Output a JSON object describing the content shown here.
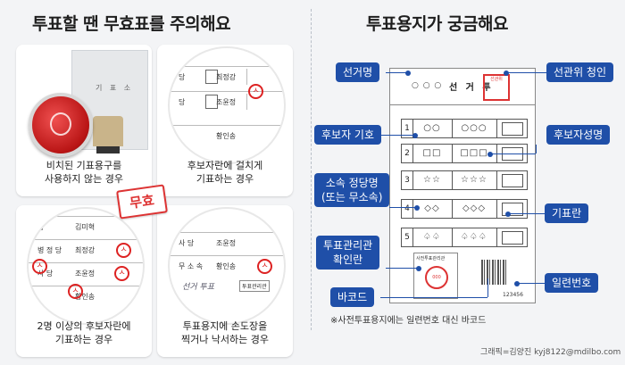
{
  "left": {
    "title": "투표할 땐 무효표를 주의해요",
    "badge": "무효",
    "cards": [
      {
        "caption_lines": [
          "비치된 기표용구를",
          "사용하지 않는 경우"
        ],
        "booth_label": "기 표 소"
      },
      {
        "caption_lines": [
          "후보자란에 걸치게",
          "기표하는 경우"
        ],
        "rows": [
          {
            "party": "당",
            "name": "최정강"
          },
          {
            "party": "당",
            "name": "조윤정"
          },
          {
            "party": "",
            "name": "황인송"
          }
        ]
      },
      {
        "caption_lines": [
          "2명 이상의 후보자란에",
          "기표하는 경우"
        ],
        "rows": [
          {
            "party": "당",
            "name": "김미혁"
          },
          {
            "party": "병 정 당",
            "name": "최정강"
          },
          {
            "party": "사 당",
            "name": "조윤정"
          },
          {
            "party": "",
            "name": "황인송"
          }
        ]
      },
      {
        "caption_lines": [
          "투표용지에 손도장을",
          "찍거나 낙서하는 경우"
        ],
        "rows": [
          {
            "party": "사 당",
            "name": "조윤정"
          },
          {
            "party": "무 소 속",
            "name": "황인송"
          }
        ],
        "doodle": "선거 투표",
        "doodle_label": "투표관리관"
      }
    ]
  },
  "right": {
    "title": "투표용지가 궁금해요",
    "ballot": {
      "header_circles": "○ ○ ○",
      "header_title": "선 거 투",
      "seal_text": "선관위",
      "rows": [
        {
          "num": "1",
          "mark1": "○○",
          "mark2": "○○○"
        },
        {
          "num": "2",
          "mark1": "□□",
          "mark2": "□□□"
        },
        {
          "num": "3",
          "mark1": "☆☆",
          "mark2": "☆☆☆"
        },
        {
          "num": "4",
          "mark1": "◇◇",
          "mark2": "◇◇◇"
        },
        {
          "num": "5",
          "mark1": "♤♤",
          "mark2": "♤♤♤"
        }
      ],
      "foot_label": "사전투표관리관",
      "foot_seal": "000",
      "serial": "123456"
    },
    "labels": {
      "election_name": "선거명",
      "commission_seal": "선관위 청인",
      "candidate_symbol": "후보자 기호",
      "candidate_name": "후보자성명",
      "party_line1": "소속 정당명",
      "party_line2": "(또는 무소속)",
      "vote_box": "기표란",
      "manager_line1": "투표관리관",
      "manager_line2": "확인란",
      "barcode": "바코드",
      "serial_number": "일련번호"
    },
    "note": "※사전투표용지에는 일련번호 대신 바코드"
  },
  "credit": "그래픽=김양진 kyj8122@mdilbo.com",
  "colors": {
    "accent": "#1f4fa8",
    "warning": "#dd3333"
  }
}
